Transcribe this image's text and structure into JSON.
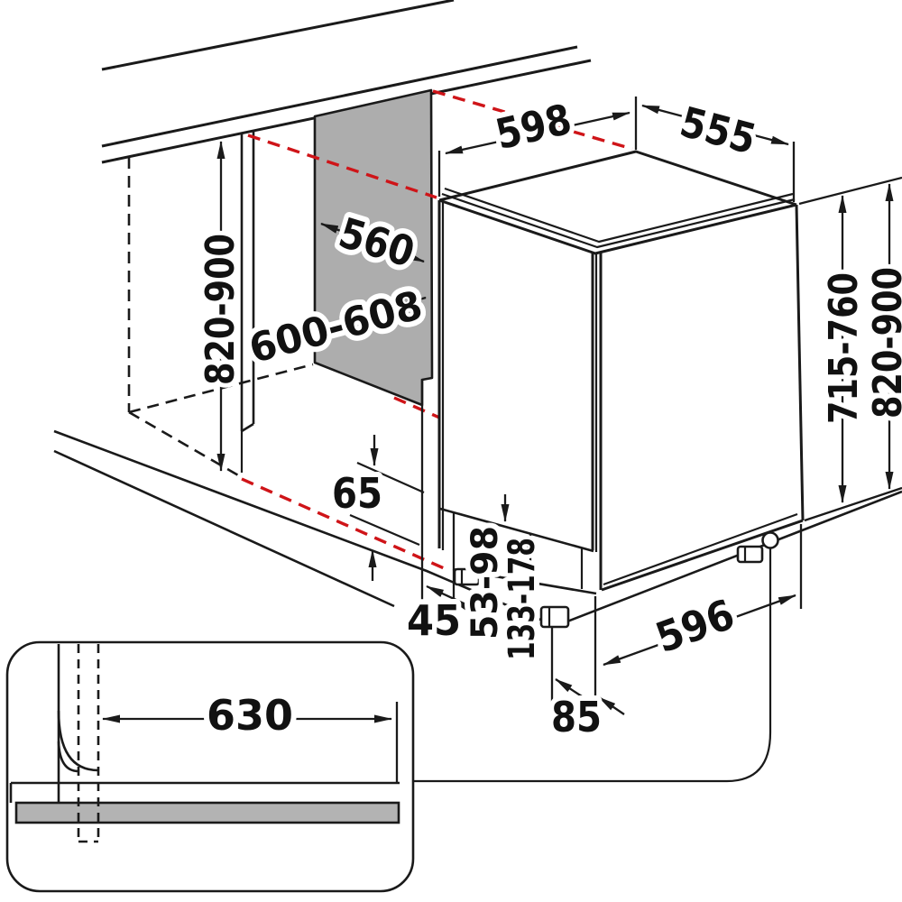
{
  "diagram": {
    "kind": "built-in dishwasher installation drawing",
    "colors": {
      "line": "#1a1a1a",
      "projection_red": "#cf1418",
      "niche_panel_gray": "#adadad",
      "floor_bar_gray": "#b3b3b3",
      "background": "#ffffff"
    },
    "dims": {
      "d598": "598",
      "d555": "555",
      "d560": "560",
      "d600_608": "600-608",
      "d820_900_left": "820-900",
      "d715_760": "715-760",
      "d820_900_right": "820-900",
      "d65": "65",
      "d45": "45",
      "d53_98": "53-98",
      "d133_178": "133-178",
      "d596": "596",
      "d85": "85"
    },
    "inset": {
      "d630": "630"
    }
  }
}
